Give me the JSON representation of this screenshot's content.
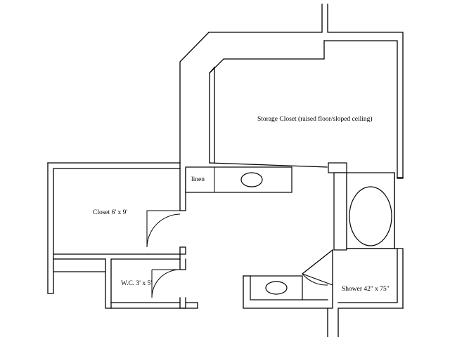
{
  "labels": {
    "storage_closet": "Storage Closet (raised floor/sloped ceiling)",
    "linen": "linen",
    "closet": "Closet 6' x 9'",
    "wc": "W.C. 3' x 5'",
    "shower": "Shower 42\" x 75\""
  },
  "colors": {
    "line": "#000000",
    "background": "#ffffff"
  }
}
